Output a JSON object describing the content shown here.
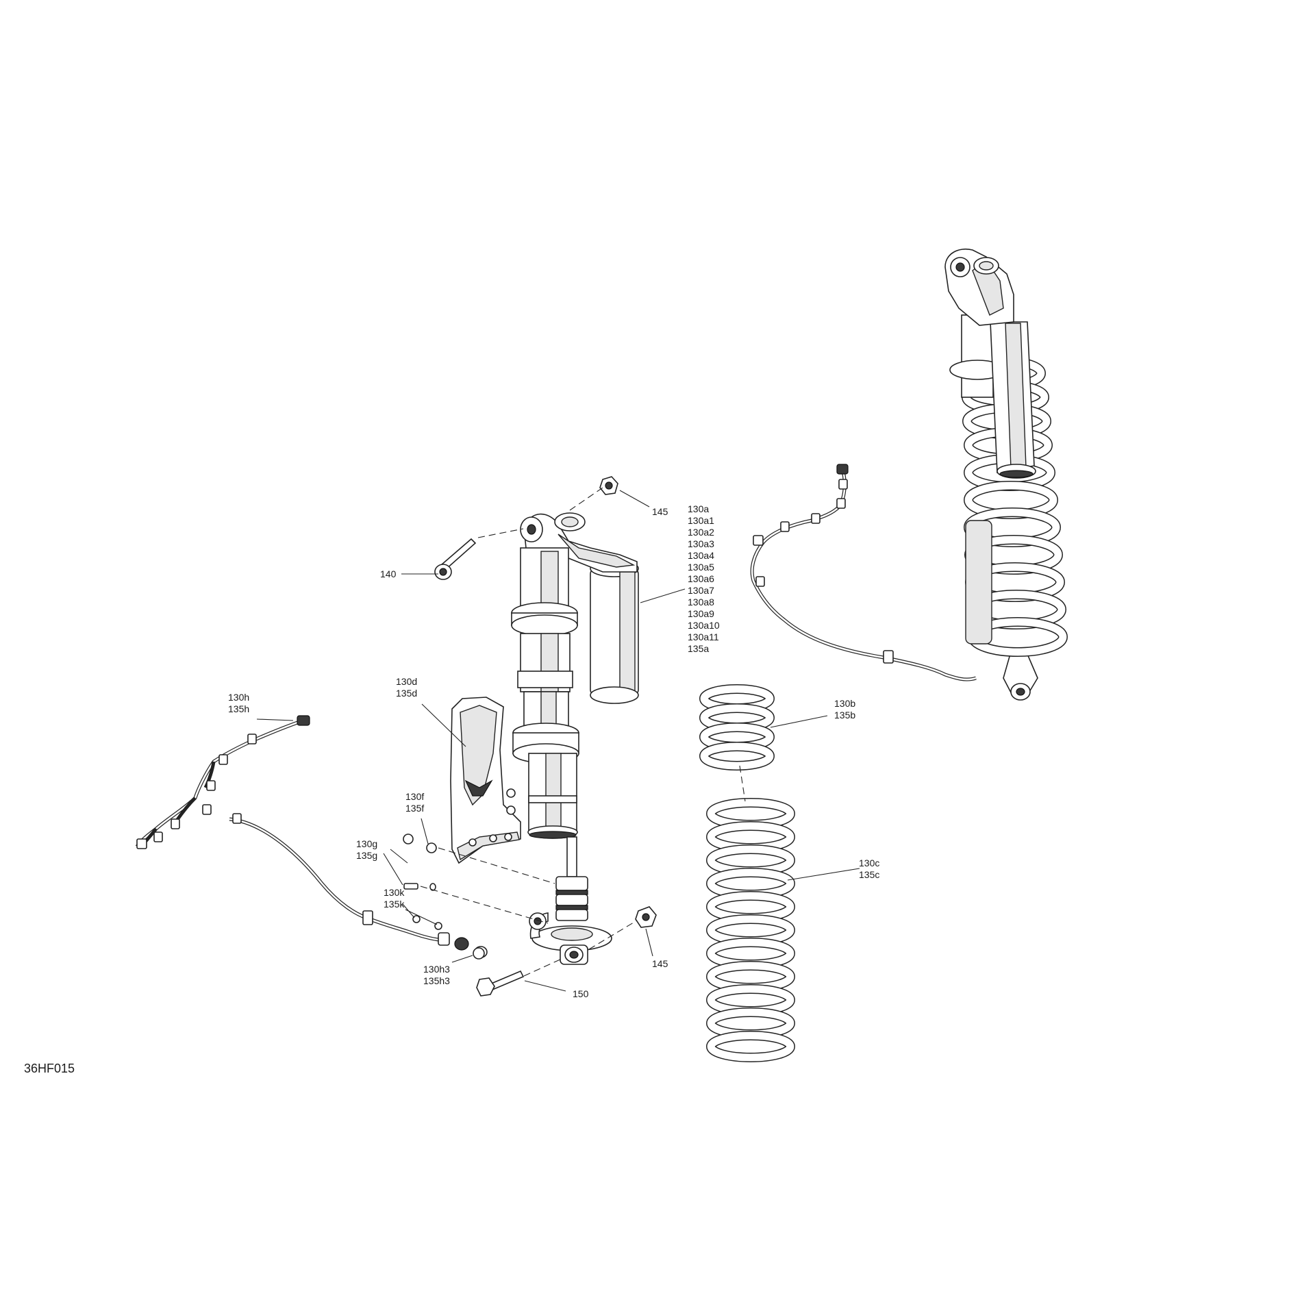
{
  "diagram_ref": "36HF015",
  "callouts": {
    "c145_top": "145",
    "c140": "140",
    "c130a_group": [
      "130a",
      "130a1",
      "130a2",
      "130a3",
      "130a4",
      "130a5",
      "130a6",
      "130a7",
      "130a8",
      "130a9",
      "130a10",
      "130a11",
      "135a"
    ],
    "c130d": [
      "130d",
      "135d"
    ],
    "c130h": [
      "130h",
      "135h"
    ],
    "c130f": [
      "130f",
      "135f"
    ],
    "c130g": [
      "130g",
      "135g"
    ],
    "c130k": [
      "130k",
      "135k"
    ],
    "c130h3": [
      "130h3",
      "135h3"
    ],
    "c145_bottom": "145",
    "c150": "150",
    "c130b": [
      "130b",
      "135b"
    ],
    "c130c": [
      "130c",
      "135c"
    ]
  }
}
